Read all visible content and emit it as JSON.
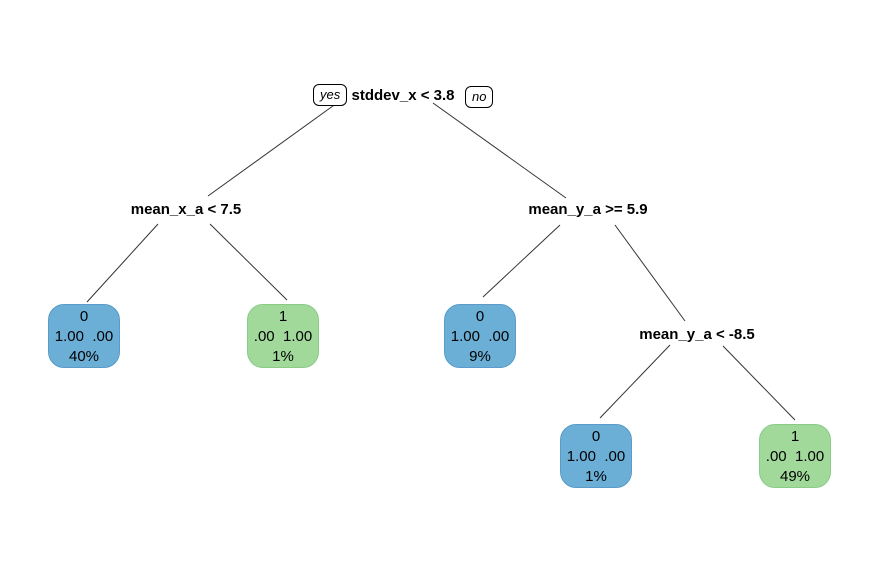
{
  "plot": {
    "type": "decision-tree",
    "background": "#ffffff",
    "branch_labels": {
      "yes": "yes",
      "no": "no"
    },
    "splits": [
      {
        "id": "root",
        "label": "stddev_x < 3.8"
      },
      {
        "id": "left",
        "label": "mean_x_a < 7.5"
      },
      {
        "id": "right",
        "label": "mean_y_a >= 5.9"
      },
      {
        "id": "right-right",
        "label": "mean_y_a < -8.5"
      }
    ],
    "leaves": [
      {
        "class": "0",
        "probs": "1.00  .00",
        "coverage": "40%",
        "fill": "#6BAED6",
        "border": "#5A9BC9"
      },
      {
        "class": "1",
        "probs": ".00  1.00",
        "coverage": "1%",
        "fill": "#A1D99B",
        "border": "#8CCB86"
      },
      {
        "class": "0",
        "probs": "1.00  .00",
        "coverage": "9%",
        "fill": "#6BAED6",
        "border": "#5A9BC9"
      },
      {
        "class": "0",
        "probs": "1.00  .00",
        "coverage": "1%",
        "fill": "#6BAED6",
        "border": "#5A9BC9"
      },
      {
        "class": "1",
        "probs": ".00  1.00",
        "coverage": "49%",
        "fill": "#A1D99B",
        "border": "#8CCB86"
      }
    ],
    "colors": {
      "class0_fill": "#6BAED6",
      "class1_fill": "#A1D99B",
      "edge": "#333333",
      "text": "#000000"
    }
  }
}
